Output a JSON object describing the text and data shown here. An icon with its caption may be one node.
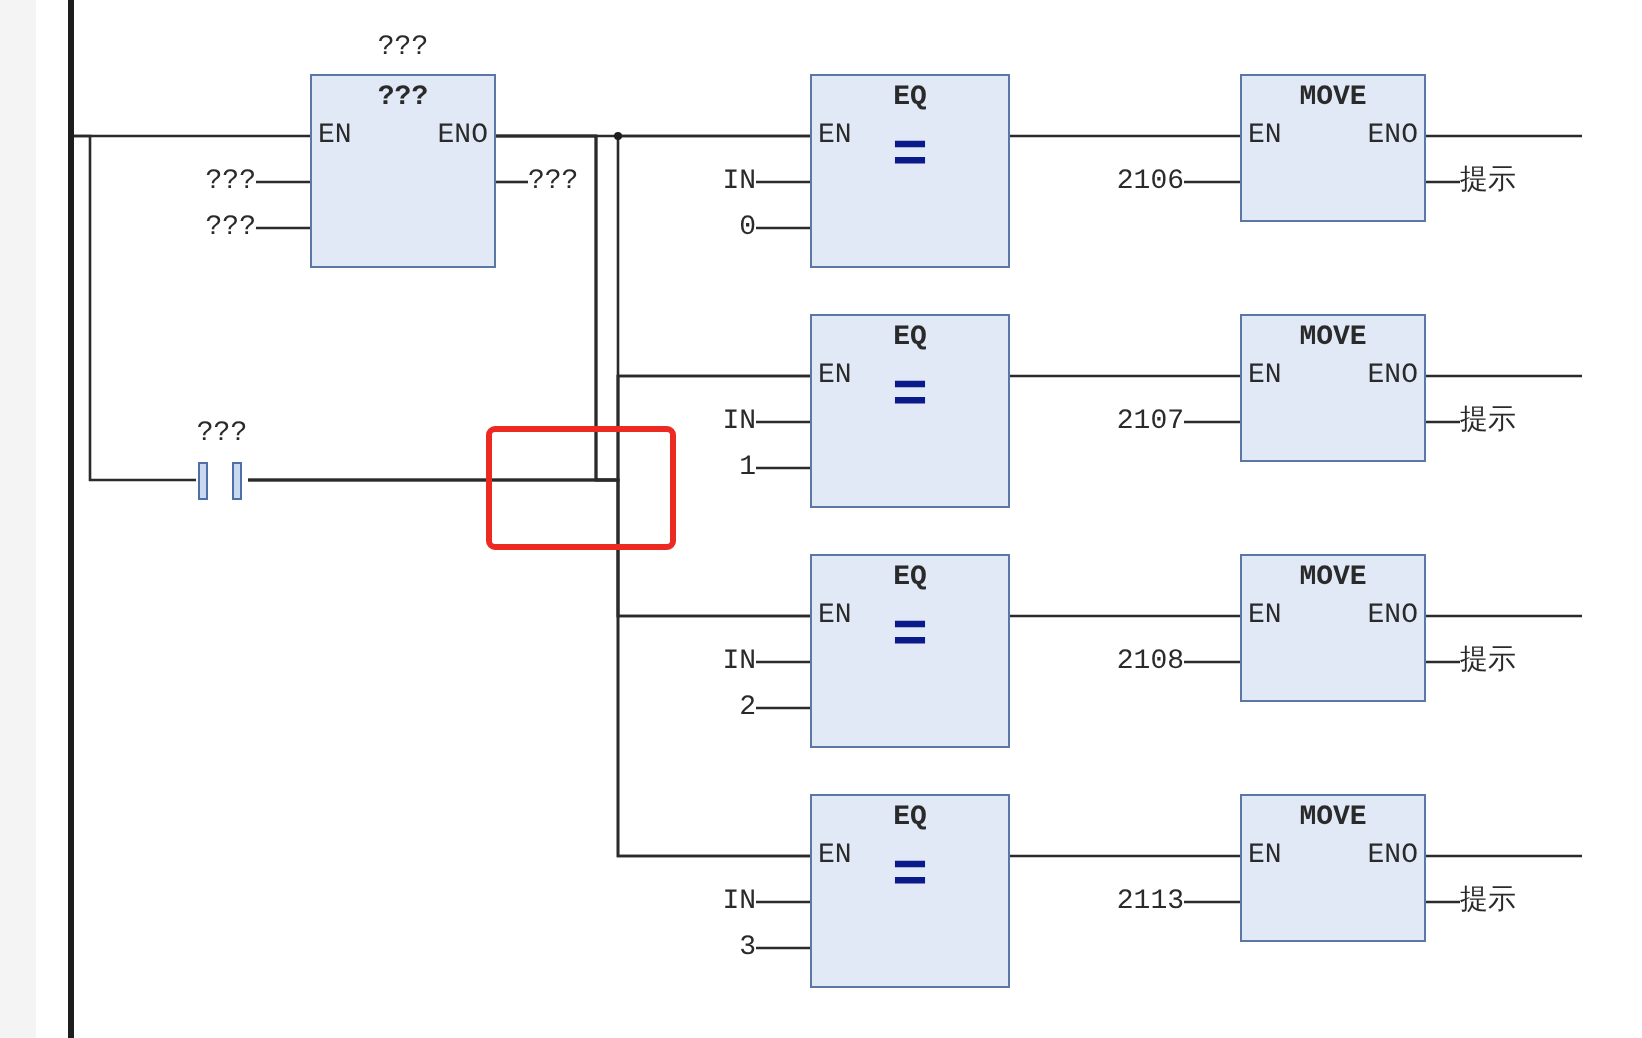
{
  "diagram": {
    "nodes": [
      {
        "text": [],
        "shape": "bar"
      },
      {
        "text": [
          "???",
          "???",
          "EN",
          "ENO"
        ]
      },
      {
        "text": [
          "???"
        ]
      },
      {
        "text": [
          "???"
        ]
      },
      {
        "text": [
          "???"
        ]
      },
      {
        "text": [
          "???"
        ]
      },
      {
        "text": [
          "EQ",
          "EN",
          "="
        ]
      },
      {
        "text": [
          "IN"
        ]
      },
      {
        "text": [
          "0"
        ]
      },
      {
        "text": [
          "MOVE",
          "EN",
          "ENO"
        ]
      },
      {
        "text": [
          "2106"
        ]
      },
      {
        "text": [
          "提示"
        ]
      },
      {
        "text": [
          "EQ",
          "EN",
          "="
        ]
      },
      {
        "text": [
          "IN"
        ]
      },
      {
        "text": [
          "1"
        ]
      },
      {
        "text": [
          "MOVE",
          "EN",
          "ENO"
        ]
      },
      {
        "text": [
          "2107"
        ]
      },
      {
        "text": [
          "提示"
        ]
      },
      {
        "text": [
          "EQ",
          "EN",
          "="
        ]
      },
      {
        "text": [
          "IN"
        ]
      },
      {
        "text": [
          "2"
        ]
      },
      {
        "text": [
          "MOVE",
          "EN",
          "ENO"
        ]
      },
      {
        "text": [
          "2108"
        ]
      },
      {
        "text": [
          "提示"
        ]
      },
      {
        "text": [
          "EQ",
          "EN",
          "="
        ]
      },
      {
        "text": [
          "IN"
        ]
      },
      {
        "text": [
          "3"
        ]
      },
      {
        "text": [
          "MOVE",
          "EN",
          "ENO"
        ]
      },
      {
        "text": [
          "2113"
        ]
      },
      {
        "text": [
          "提示"
        ]
      }
    ],
    "edges": [
      {
        "from": 0,
        "to": 1,
        "arrow": "none"
      },
      {
        "from": 0,
        "to": 5,
        "arrow": "none"
      },
      {
        "from": 2,
        "to": 1,
        "arrow": "none"
      },
      {
        "from": 3,
        "to": 1,
        "arrow": "none"
      },
      {
        "from": 1,
        "to": 4,
        "arrow": "none"
      },
      {
        "from": 1,
        "to": 6,
        "arrow": "none"
      },
      {
        "from": 1,
        "to": 12,
        "arrow": "none"
      },
      {
        "from": 1,
        "to": 18,
        "arrow": "none"
      },
      {
        "from": 1,
        "to": 24,
        "arrow": "none"
      },
      {
        "from": 5,
        "to": 6,
        "arrow": "none"
      },
      {
        "from": 5,
        "to": 12,
        "arrow": "none"
      },
      {
        "from": 5,
        "to": 18,
        "arrow": "none"
      },
      {
        "from": 5,
        "to": 24,
        "arrow": "none"
      },
      {
        "from": 7,
        "to": 6,
        "arrow": "none"
      },
      {
        "from": 8,
        "to": 6,
        "arrow": "none"
      },
      {
        "from": 6,
        "to": 9,
        "arrow": "none"
      },
      {
        "from": 10,
        "to": 9,
        "arrow": "none"
      },
      {
        "from": 9,
        "to": 11,
        "arrow": "none"
      },
      {
        "from": 9,
        "to": null,
        "arrow": "none"
      },
      {
        "from": 13,
        "to": 12,
        "arrow": "none"
      },
      {
        "from": 14,
        "to": 12,
        "arrow": "none"
      },
      {
        "from": 12,
        "to": 15,
        "arrow": "none"
      },
      {
        "from": 16,
        "to": 15,
        "arrow": "none"
      },
      {
        "from": 15,
        "to": 17,
        "arrow": "none"
      },
      {
        "from": 15,
        "to": null,
        "arrow": "none"
      },
      {
        "from": 19,
        "to": 18,
        "arrow": "none"
      },
      {
        "from": 20,
        "to": 18,
        "arrow": "none"
      },
      {
        "from": 18,
        "to": 21,
        "arrow": "none"
      },
      {
        "from": 22,
        "to": 21,
        "arrow": "none"
      },
      {
        "from": 21,
        "to": 23,
        "arrow": "none"
      },
      {
        "from": 21,
        "to": null,
        "arrow": "none"
      },
      {
        "from": 25,
        "to": 24,
        "arrow": "none"
      },
      {
        "from": 26,
        "to": 24,
        "arrow": "none"
      },
      {
        "from": 24,
        "to": 27,
        "arrow": "none"
      },
      {
        "from": 28,
        "to": 27,
        "arrow": "none"
      },
      {
        "from": 27,
        "to": 29,
        "arrow": "none"
      },
      {
        "from": 27,
        "to": null,
        "arrow": "none"
      }
    ]
  }
}
